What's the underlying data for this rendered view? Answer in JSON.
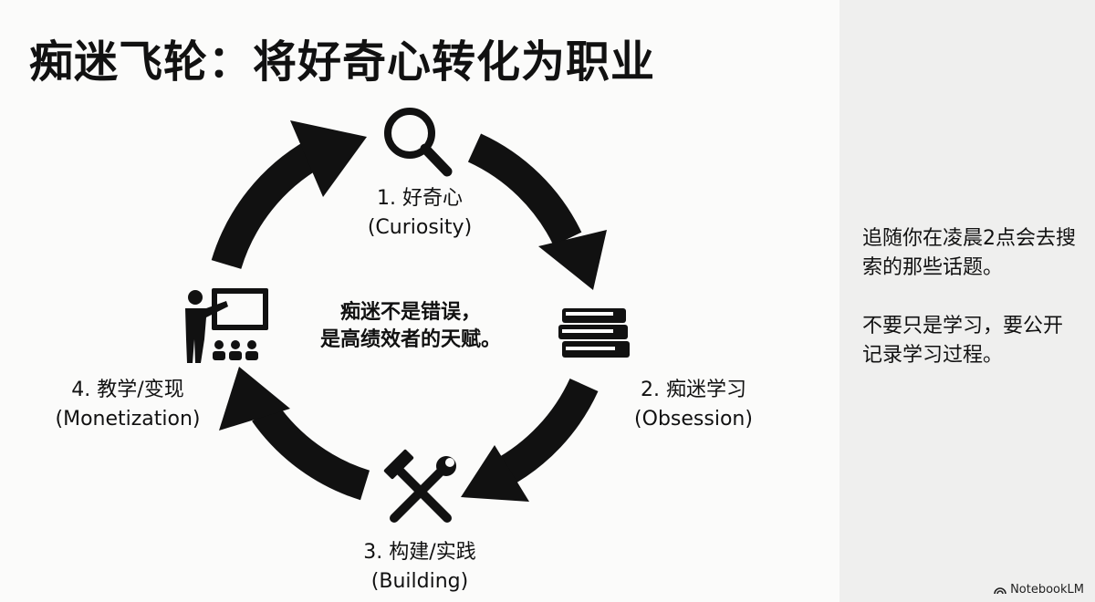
{
  "title": "痴迷飞轮：将好奇心转化为职业",
  "stages": [
    {
      "label": "1. 好奇心",
      "sub": "(Curiosity)",
      "icon": "magnifier-icon"
    },
    {
      "label": "2. 痴迷学习",
      "sub": "(Obsession)",
      "icon": "books-icon"
    },
    {
      "label": "3. 构建/实践",
      "sub": "(Building)",
      "icon": "hammer-wrench-icon"
    },
    {
      "label": "4. 教学/变现",
      "sub": "(Monetization)",
      "icon": "teacher-icon"
    }
  ],
  "center": {
    "line1": "痴迷不是错误，",
    "line2": "是高绩效者的天赋。"
  },
  "notes": {
    "note1": "追随你在凌晨2点会去搜索的那些话题。",
    "note2": "不要只是学习，要公开记录学习过程。"
  },
  "brand": "NotebookLM"
}
